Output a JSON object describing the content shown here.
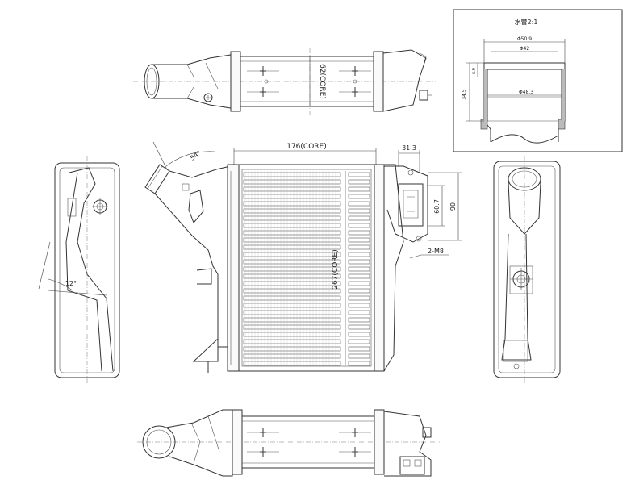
{
  "detail_box": {
    "title": "水管2:1",
    "dia_outer": "Φ50.9",
    "dia_mid": "Φ42",
    "dia_inner": "Φ48.3",
    "height_total": "34.5",
    "height_bead": "6.9"
  },
  "dimensions": {
    "core_width": "176(CORE)",
    "core_height": "267(CORE)",
    "core_depth": "62(CORE)",
    "bracket_width": "31.3",
    "bracket_h1": "60.7",
    "bracket_h2": "90",
    "thread": "2-M8",
    "inlet_angle": "54°",
    "side_angle": "12°"
  }
}
